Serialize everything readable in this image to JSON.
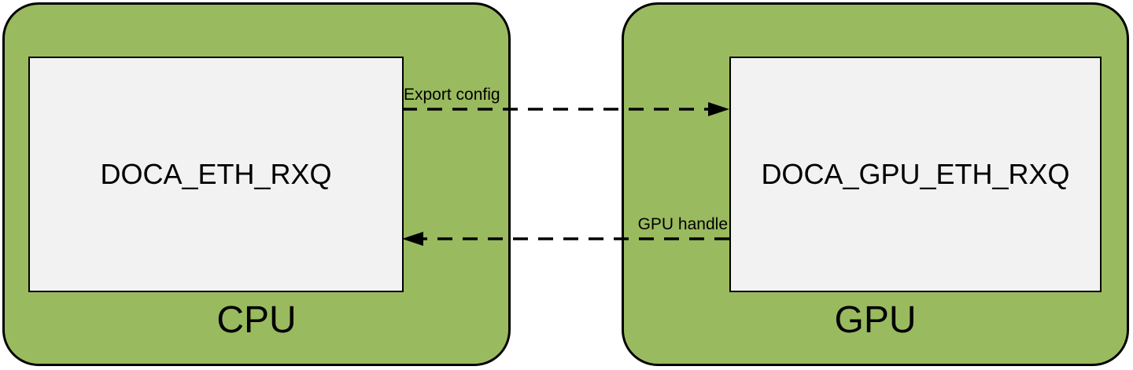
{
  "nodes": {
    "cpu": {
      "label": "CPU",
      "inner_label": "DOCA_ETH_RXQ"
    },
    "gpu": {
      "label": "GPU",
      "inner_label": "DOCA_GPU_ETH_RXQ"
    }
  },
  "arrows": [
    {
      "label": "Export config",
      "from": "DOCA_ETH_RXQ",
      "to": "DOCA_GPU_ETH_RXQ",
      "direction": "right",
      "style": "dashed"
    },
    {
      "label": "GPU handle",
      "from": "DOCA_GPU_ETH_RXQ",
      "to": "DOCA_ETH_RXQ",
      "direction": "left",
      "style": "dashed"
    }
  ],
  "colors": {
    "page-bg": "#ffffff",
    "node-fill": "#9aba5f",
    "node-border": "#000000",
    "inner-fill": "#f2f2f2",
    "inner-border": "#000000",
    "arrow-color": "#000000",
    "text-color": "#000000"
  }
}
